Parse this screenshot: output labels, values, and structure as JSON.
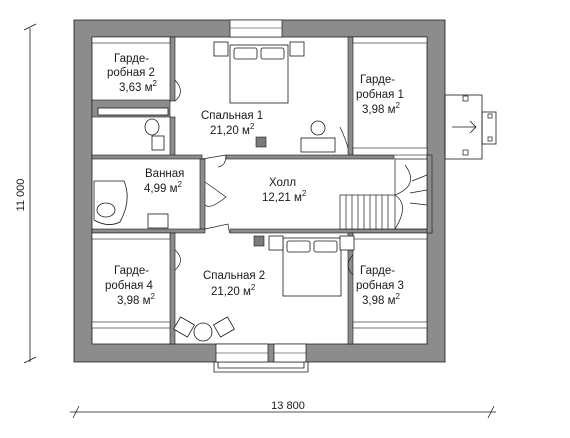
{
  "plan": {
    "dimensions": {
      "width_label": "13 800",
      "height_label": "11 000"
    },
    "rooms": [
      {
        "id": "wardrobe-2",
        "lines": [
          "Гарде-",
          "робная 2"
        ],
        "area": "3,63 м",
        "sup": "2"
      },
      {
        "id": "bedroom-1",
        "lines": [
          "Спальная 1"
        ],
        "area": "21,20 м",
        "sup": "2"
      },
      {
        "id": "wardrobe-1",
        "lines": [
          "Гарде-",
          "робная 1"
        ],
        "area": "3,98 м",
        "sup": "2"
      },
      {
        "id": "bathroom",
        "lines": [
          "Ванная"
        ],
        "area": "4,99 м",
        "sup": "2"
      },
      {
        "id": "hall",
        "lines": [
          "Холл"
        ],
        "area": "12,21 м",
        "sup": "2"
      },
      {
        "id": "wardrobe-4",
        "lines": [
          "Гарде-",
          "робная 4"
        ],
        "area": "3,98 м",
        "sup": "2"
      },
      {
        "id": "bedroom-2",
        "lines": [
          "Спальная 2"
        ],
        "area": "21,20 м",
        "sup": "2"
      },
      {
        "id": "wardrobe-3",
        "lines": [
          "Гарде-",
          "робная 3"
        ],
        "area": "3,98 м",
        "sup": "2"
      }
    ],
    "colors": {
      "wall": "#8c8c8c",
      "line": "#1a1a1a",
      "furniture_fill": "#ffffff",
      "accent_gray": "#7a7a7a"
    }
  }
}
